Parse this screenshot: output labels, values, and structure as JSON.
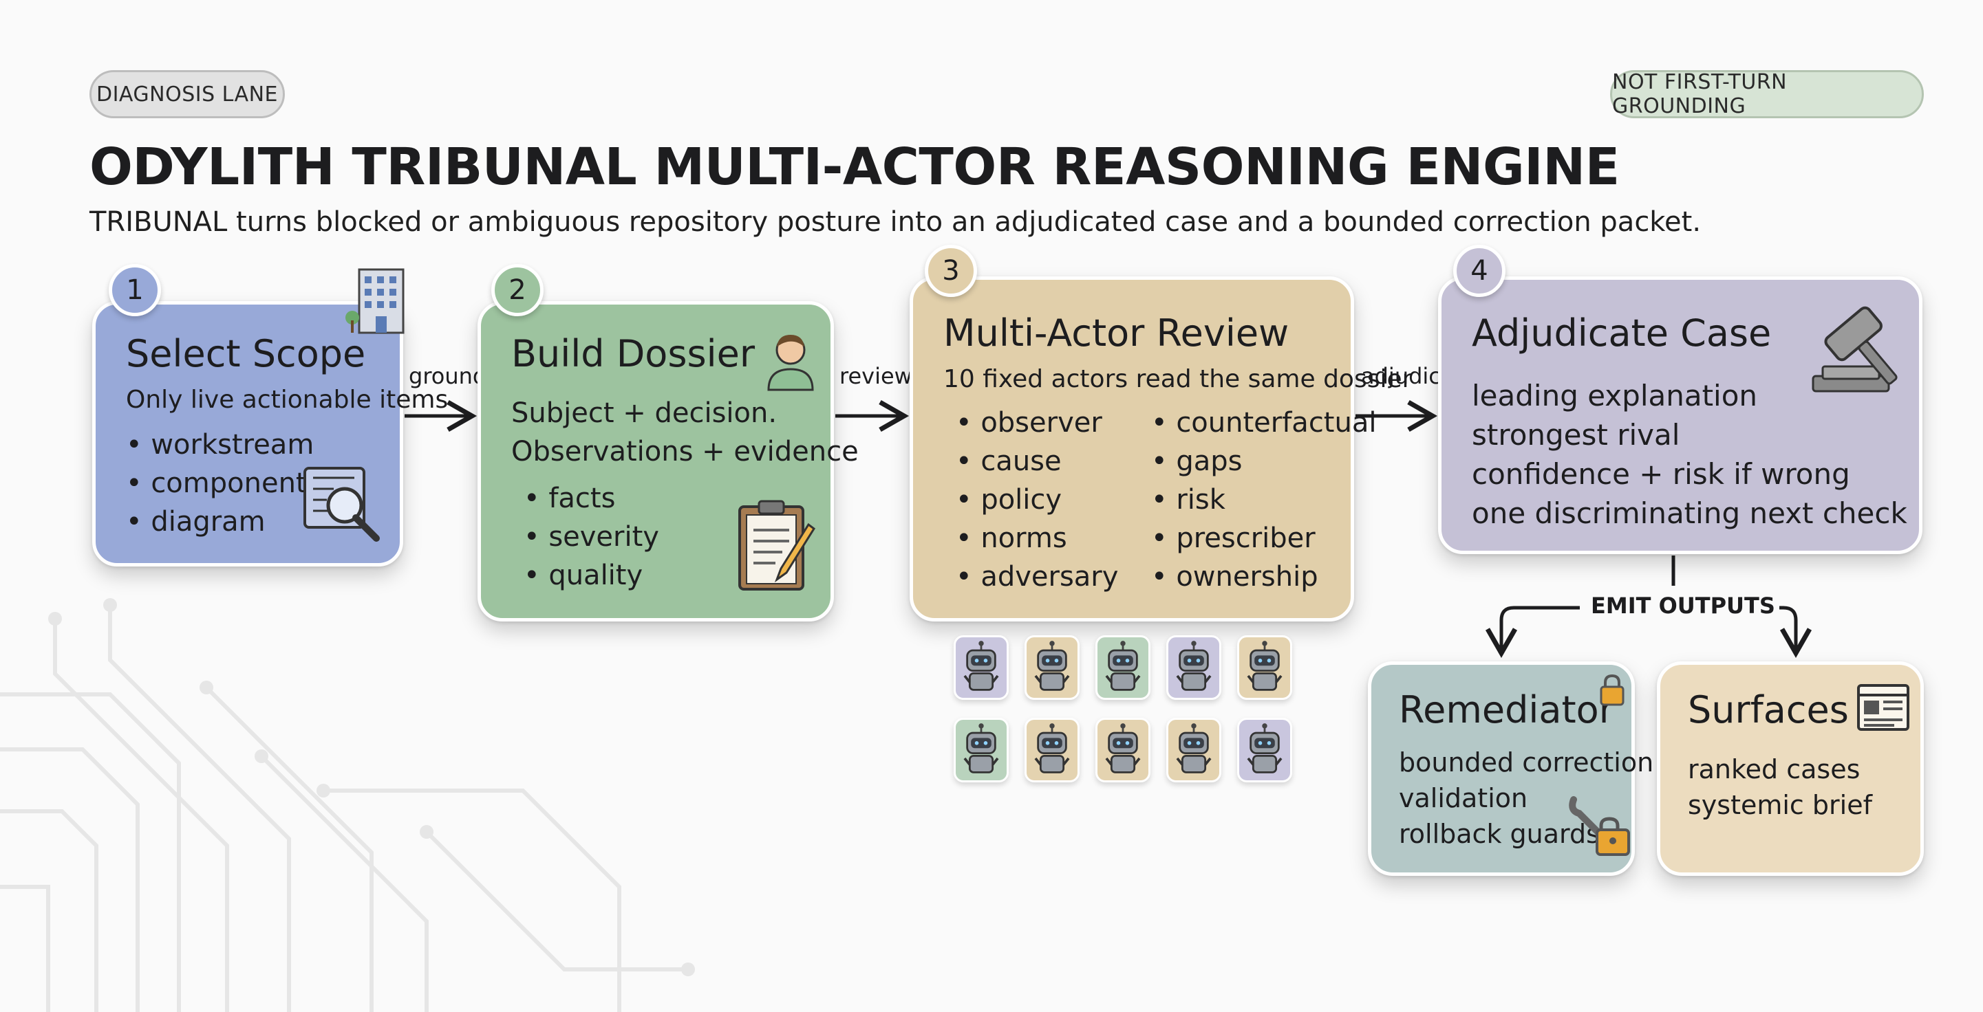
{
  "header": {
    "lane_label": "DIAGNOSIS LANE",
    "grounding_label": "NOT FIRST-TURN GROUNDING",
    "title": "ODYLITH TRIBUNAL MULTI-ACTOR REASONING ENGINE",
    "subtitle": "TRIBUNAL turns blocked or ambiguous repository posture into an adjudicated case and a bounded correction packet."
  },
  "steps": [
    {
      "number": "1",
      "title": "Select Scope",
      "subtitle": "Only live actionable items",
      "items": [
        "workstream",
        "component",
        "diagram"
      ],
      "color": "#98a9d8",
      "icons": [
        "building-icon",
        "blueprint-magnifier-icon"
      ]
    },
    {
      "number": "2",
      "title": "Build Dossier",
      "lines": [
        "Subject + decision.",
        "Observations + evidence"
      ],
      "items": [
        "facts",
        "severity",
        "quality"
      ],
      "color": "#9dc39f",
      "icons": [
        "person-icon",
        "clipboard-icon"
      ]
    },
    {
      "number": "3",
      "title": "Multi-Actor Review",
      "subtitle": "10 fixed actors read the same dossier",
      "items_left": [
        "observer",
        "cause",
        "policy",
        "norms",
        "adversary"
      ],
      "items_right": [
        "counterfactual",
        "gaps",
        "risk",
        "prescriber",
        "ownership"
      ],
      "color": "#e1cfaa",
      "actors_count": 10
    },
    {
      "number": "4",
      "title": "Adjudicate Case",
      "lines": [
        "leading explanation",
        "strongest rival",
        "confidence + risk if wrong",
        "one discriminating next check"
      ],
      "color": "#c5c1d6",
      "icons": [
        "gavel-icon"
      ]
    }
  ],
  "connectors": [
    "ground",
    "review",
    "adjudicate"
  ],
  "emit_label": "EMIT OUTPUTS",
  "outputs": [
    {
      "title": "Remediator",
      "lines": [
        "bounded correction",
        "validation",
        "rollback guards"
      ],
      "color": "#b4c8c7",
      "icons": [
        "lock-icon",
        "wrench-lock-icon"
      ]
    },
    {
      "title": "Surfaces",
      "lines": [
        "ranked cases",
        "systemic brief"
      ],
      "color": "#ecdcbf",
      "icons": [
        "browser-window-icon"
      ]
    }
  ]
}
